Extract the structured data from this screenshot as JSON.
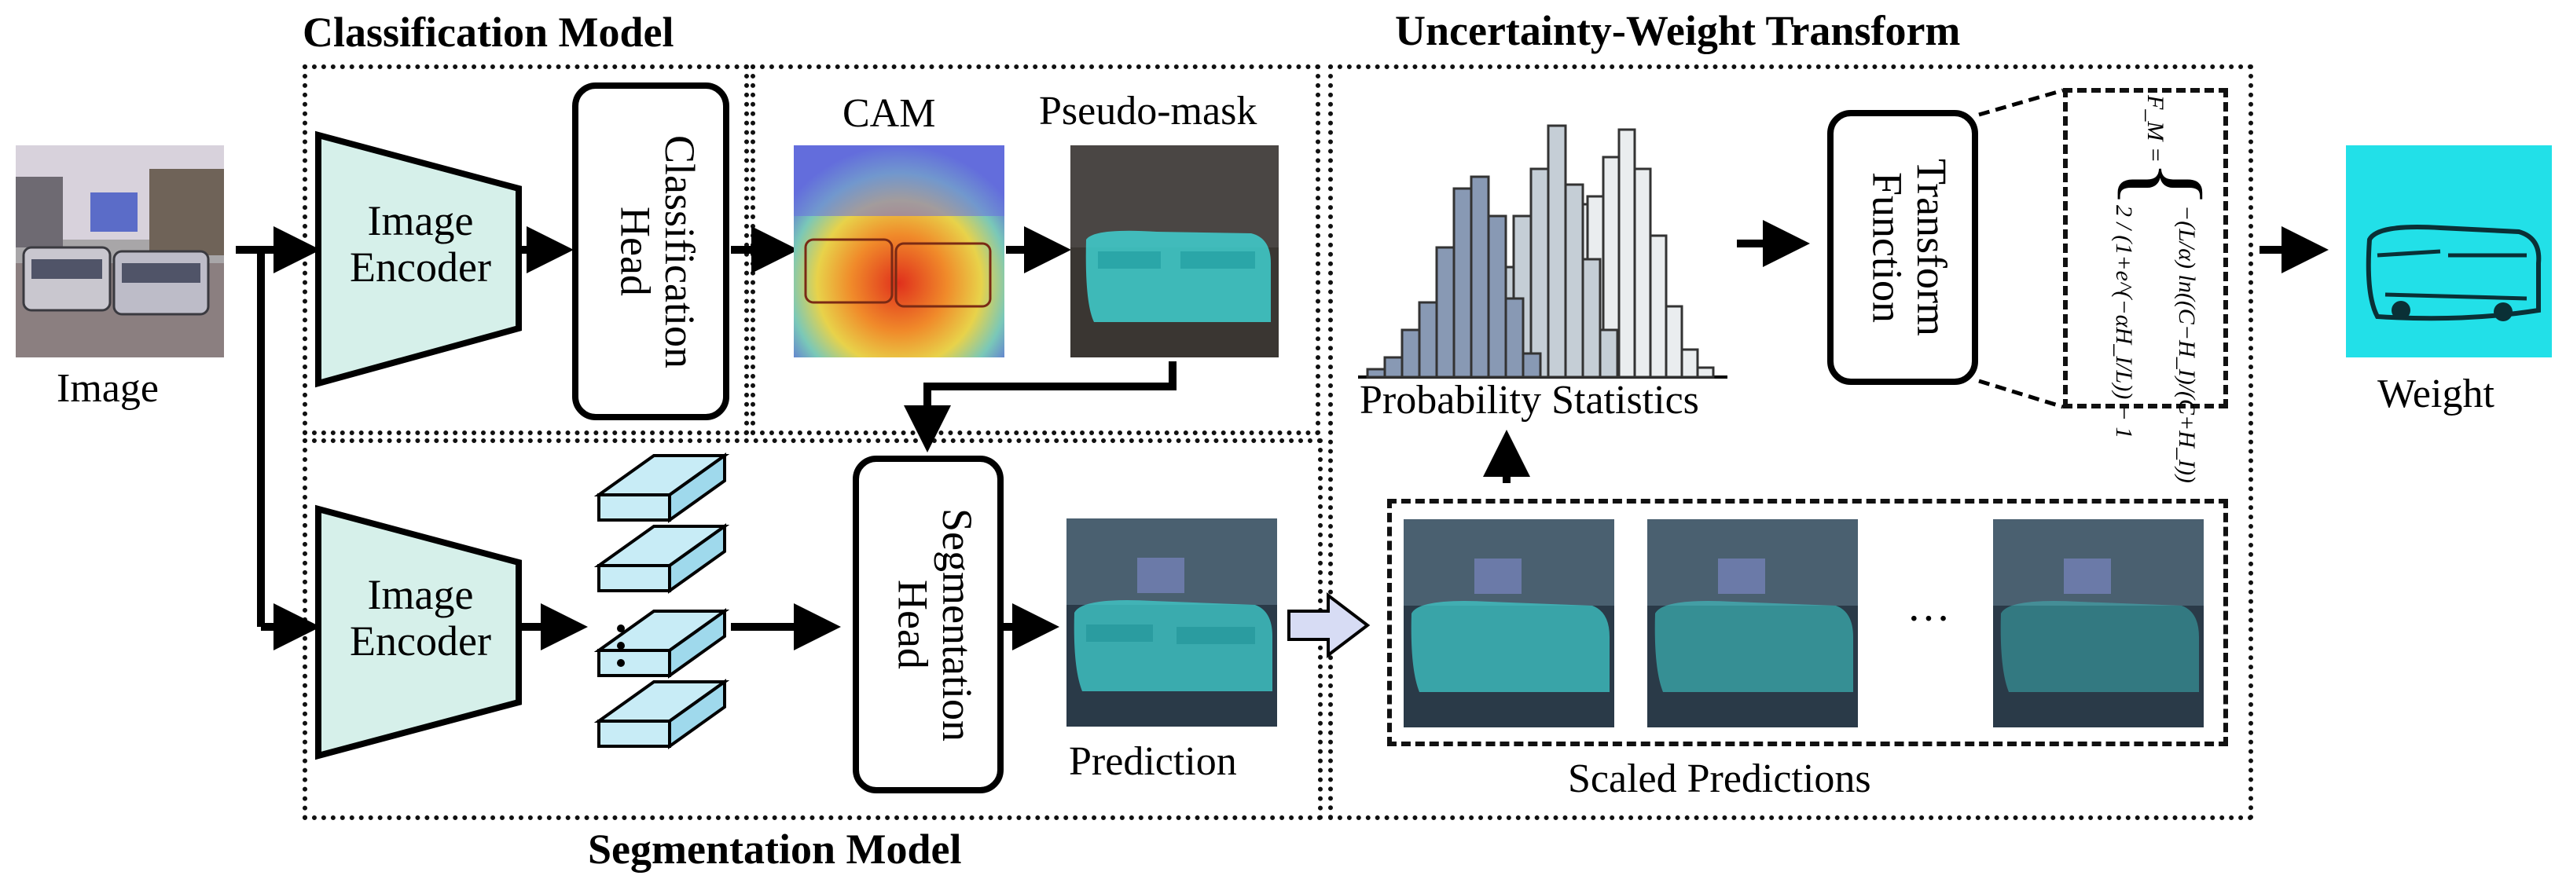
{
  "titles": {
    "classification": "Classification Model",
    "uncertainty": "Uncertainty-Weight Transform",
    "segmentation": "Segmentation Model"
  },
  "labels": {
    "image": "Image",
    "cam": "CAM",
    "pseudo_mask": "Pseudo-mask",
    "prediction": "Prediction",
    "probability_statistics": "Probability Statistics",
    "scaled_predictions": "Scaled Predictions",
    "weight": "Weight",
    "ellipsis": "···"
  },
  "blocks": {
    "image_encoder_top": "Image Encoder",
    "image_encoder_bottom": "Image Encoder",
    "classification_head": "Classification Head",
    "segmentation_head": "Segmentation Head",
    "transform_function": "Transform Function"
  },
  "formula": {
    "lhs": "F_M =",
    "case1": "−(L/α) ln((C−H_I)/(C+H_I))",
    "case2": "2 / (1+e^(−αH_I/L)) − 1"
  },
  "colors": {
    "encoder_fill": "#d6f0ea",
    "feature_front": "#c8ecf6",
    "feature_side": "#9fd9ec",
    "mask_cyan": "#3fd0d0",
    "weight_cyan": "#22e0e8",
    "hist_dark": "#8899b4",
    "hist_mid": "#c5ced6",
    "hist_light": "#eaedef",
    "arrow_fill": "#d7dcf4"
  }
}
